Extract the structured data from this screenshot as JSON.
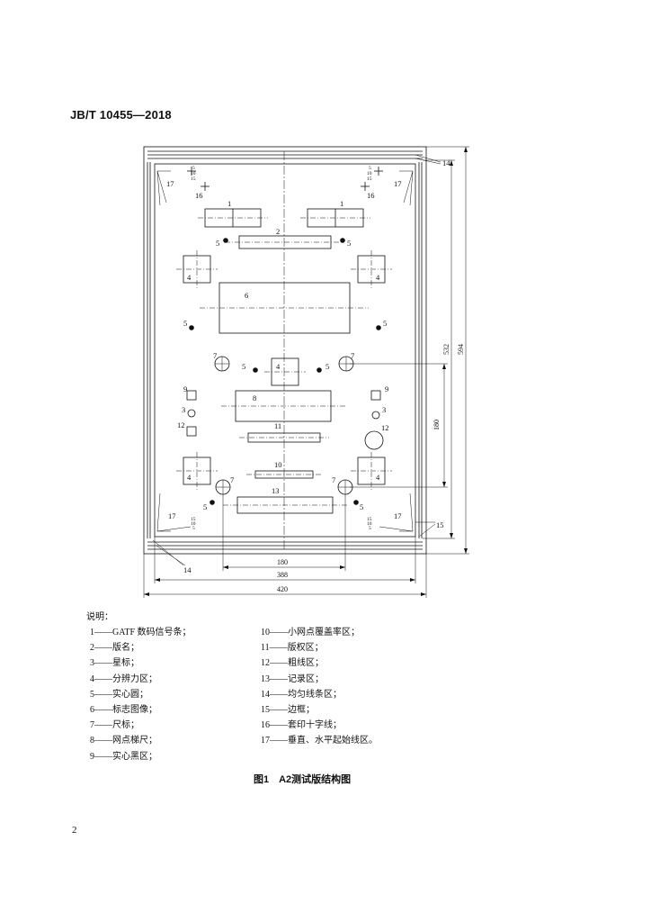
{
  "header": {
    "standard_code": "JB/T 10455—2018"
  },
  "figure": {
    "callouts": {
      "c1": "1",
      "c2": "2",
      "c3": "3",
      "c4": "4",
      "c5": "5",
      "c6": "6",
      "c7": "7",
      "c8": "8",
      "c9": "9",
      "c10": "10",
      "c11": "11",
      "c12": "12",
      "c13": "13",
      "c14": "14",
      "c15": "15",
      "c16": "16",
      "c17": "17"
    },
    "dimensions": {
      "d532": "532",
      "d594": "594",
      "d180v": "180",
      "d180h": "180",
      "d388": "388",
      "d420": "420"
    }
  },
  "legend": {
    "title": "说明：",
    "left": [
      "1——GATF 数码信号条；",
      "2——版名；",
      "3——星标；",
      "4——分辨力区；",
      "5——实心圆；",
      "6——标志图像；",
      "7——尺标；",
      "8——网点梯尺；",
      "9——实心黑区；"
    ],
    "right": [
      "10——小网点覆盖率区；",
      "11——版权区；",
      "12——粗线区；",
      "13——记录区；",
      "14——均匀线条区；",
      "15——边框；",
      "16——套印十字线；",
      "17——垂直、水平起始线区。"
    ]
  },
  "caption": "图1　A2测试版结构图",
  "page_number": "2"
}
